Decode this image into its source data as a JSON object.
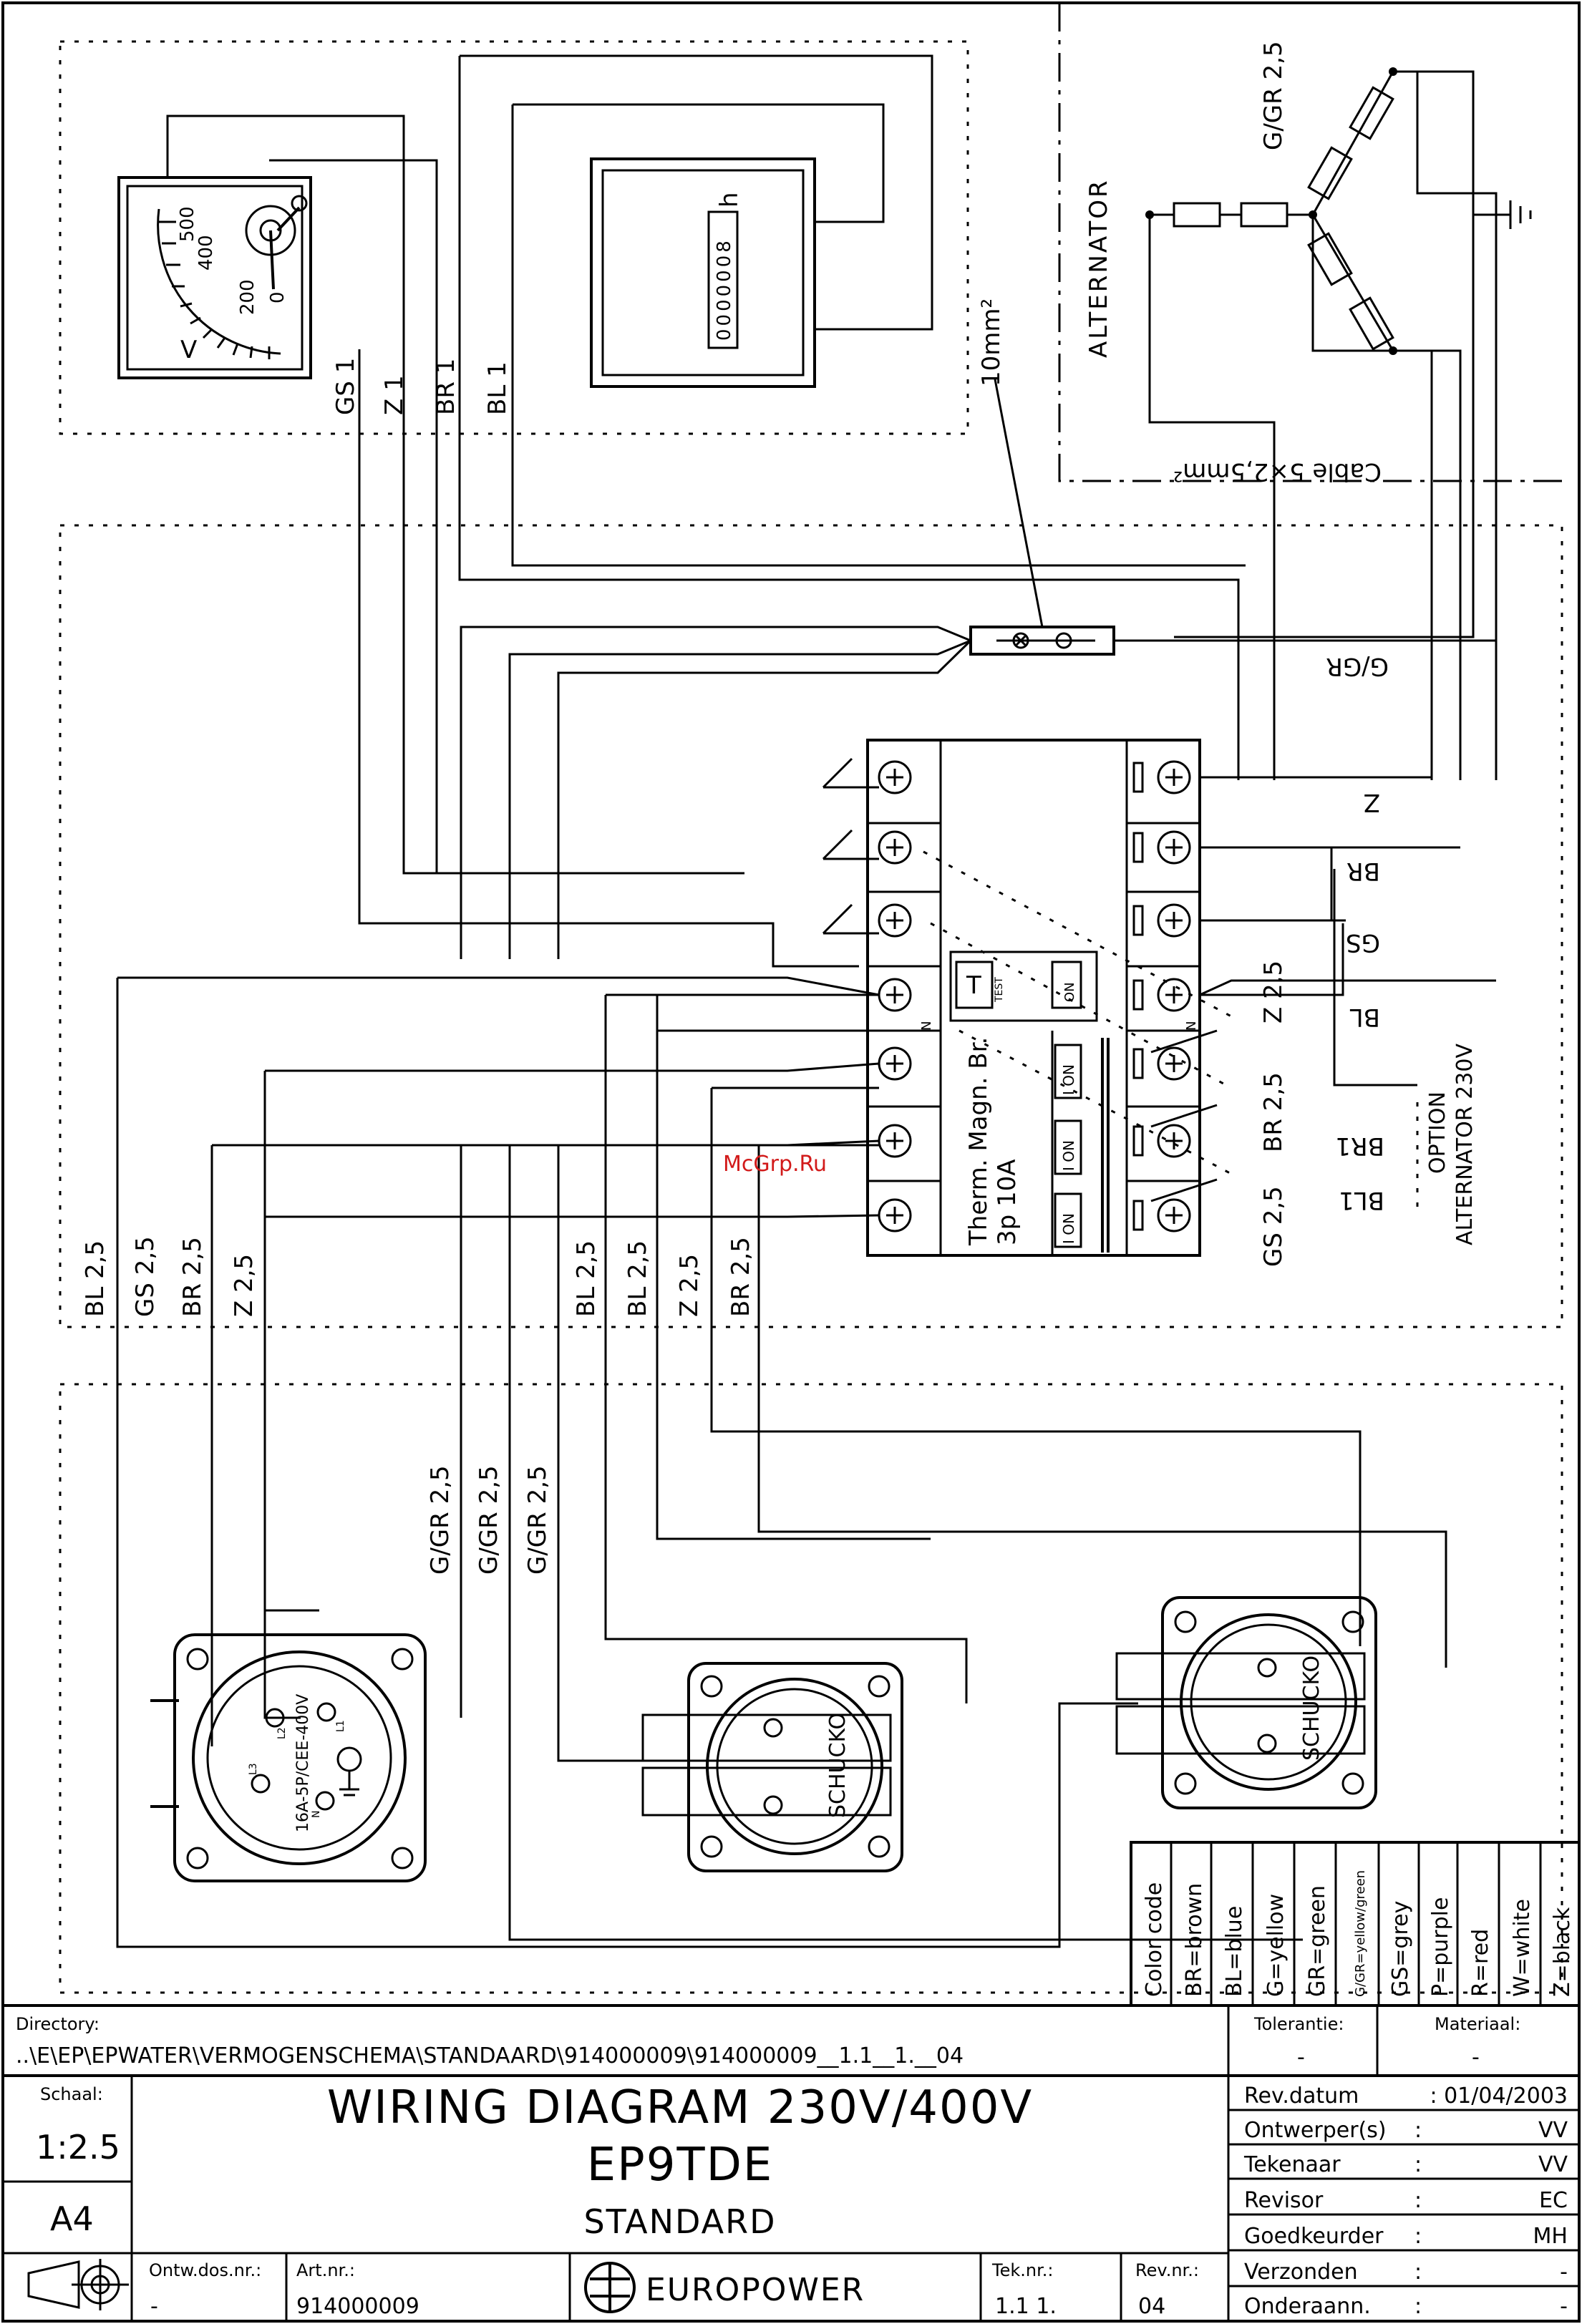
{
  "watermark": "McGrp.Ru",
  "meters": {
    "voltmeter": {
      "unit": "V",
      "scale": [
        "0",
        "200",
        "400",
        "500"
      ]
    },
    "hour_meter": {
      "unit": "h",
      "reading": "0000008"
    }
  },
  "alternator": {
    "label": "ALTERNATOR",
    "ground_cable": "G/GR 2,5",
    "cable": "Cable 5×2,5mm²",
    "earth_bar_size": "10mm²",
    "ground_label": "G/GR"
  },
  "wires": {
    "meter": [
      "GS 1",
      "Z 1",
      "BR 1",
      "BL 1"
    ],
    "right_labels": [
      "Z",
      "BR",
      "GS",
      "BL"
    ],
    "breaker_out": [
      "Z 2,5",
      "BR 2,5",
      "GS 2,5"
    ],
    "option_wires": [
      "BR1",
      "BL1"
    ],
    "option_title": "OPTION",
    "option_subtitle": "ALTERNATOR 230V",
    "left_bundle": [
      "BL 2,5",
      "GS 2,5",
      "BR 2,5",
      "Z 2,5"
    ],
    "mid_bundle": [
      "BL 2,5",
      "BL 2,5",
      "Z 2,5",
      "BR 2,5"
    ],
    "ground_wires": [
      "G/GR 2,5",
      "G/GR 2,5",
      "G/GR 2,5"
    ]
  },
  "breaker": {
    "name": "Therm. Magn. Br.",
    "rating": "3p 10A",
    "test_label": "T",
    "test_small": "TEST",
    "switch_on": "ON",
    "pole_on": "I ON",
    "neutral_mark": "N"
  },
  "sockets": {
    "cee": {
      "rating": "16A-5P/CEE-400V",
      "pins": [
        "L1",
        "L2",
        "L3",
        "N"
      ]
    },
    "schuko_label": "SCHUCKO"
  },
  "color_codes": {
    "title": "Color code",
    "items": [
      "BR=brown",
      "BL=blue",
      "G=yellow",
      "GR=green",
      "G/GR=yellow/green",
      "GS=grey",
      "P=purple",
      "R=red",
      "W=white",
      "Z=black"
    ]
  },
  "title_block": {
    "directory_label": "Directory:",
    "directory_path": "..\\E\\EP\\EPWATER\\VERMOGENSCHEMA\\STANDAARD\\914000009\\914000009__1.1__1.__04",
    "tolerance_label": "Tolerantie:",
    "tolerance_value": "-",
    "material_label": "Materiaal:",
    "material_value": "-",
    "scale_label": "Schaal:",
    "scale_value": "1:2.5",
    "paper_size": "A4",
    "title_line1": "WIRING DIAGRAM 230V/400V",
    "title_line2": "EP9TDE",
    "title_line3": "STANDARD",
    "ontw_label": "Ontw.dos.nr.:",
    "ontw_value": "-",
    "art_label": "Art.nr.:",
    "art_value": "914000009",
    "brand": "EUROPOWER",
    "tek_label": "Tek.nr.:",
    "tek_value": "1.1 1.",
    "rev_label": "Rev.nr.:",
    "rev_value": "04",
    "rows": [
      {
        "label": "Rev.datum",
        "value": ": 01/04/2003"
      },
      {
        "label": "Ontwerper(s)",
        "value": "VV"
      },
      {
        "label": "Tekenaar",
        "value": "VV"
      },
      {
        "label": "Revisor",
        "value": "EC"
      },
      {
        "label": "Goedkeurder",
        "value": "MH"
      },
      {
        "label": "Verzonden",
        "value": "-"
      },
      {
        "label": "Onderaann.",
        "value": "-"
      }
    ]
  }
}
